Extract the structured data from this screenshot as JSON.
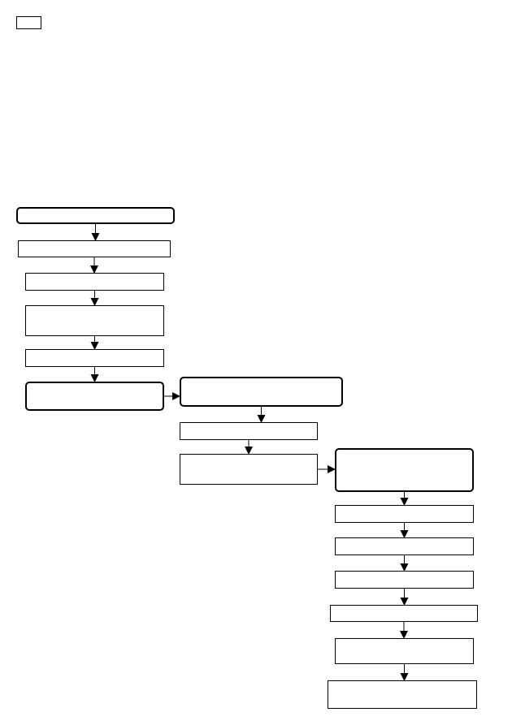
{
  "colors": {
    "stroke": "#000000",
    "fill": "#ffffff"
  },
  "nodes": [
    {
      "id": "n1",
      "label": "",
      "shape": "rounded"
    },
    {
      "id": "n2",
      "label": "",
      "shape": "rect"
    },
    {
      "id": "n3",
      "label": "",
      "shape": "rect"
    },
    {
      "id": "n4",
      "label": "",
      "shape": "rect"
    },
    {
      "id": "n5",
      "label": "",
      "shape": "rect"
    },
    {
      "id": "n6",
      "label": "",
      "shape": "rounded"
    },
    {
      "id": "n7",
      "label": "",
      "shape": "rounded"
    },
    {
      "id": "n8",
      "label": "",
      "shape": "rect"
    },
    {
      "id": "n9",
      "label": "",
      "shape": "rect"
    },
    {
      "id": "n10",
      "label": "",
      "shape": "rounded"
    },
    {
      "id": "n11",
      "label": "",
      "shape": "rect"
    },
    {
      "id": "n12",
      "label": "",
      "shape": "rect"
    },
    {
      "id": "n13",
      "label": "",
      "shape": "rect"
    },
    {
      "id": "n14",
      "label": "",
      "shape": "rect"
    },
    {
      "id": "n15",
      "label": "",
      "shape": "rect"
    },
    {
      "id": "n16",
      "label": "",
      "shape": "rect"
    }
  ],
  "edges": [
    {
      "from": "n1",
      "to": "n2"
    },
    {
      "from": "n2",
      "to": "n3"
    },
    {
      "from": "n3",
      "to": "n4"
    },
    {
      "from": "n4",
      "to": "n5"
    },
    {
      "from": "n5",
      "to": "n6"
    },
    {
      "from": "n6",
      "to": "n7"
    },
    {
      "from": "n7",
      "to": "n8"
    },
    {
      "from": "n8",
      "to": "n9"
    },
    {
      "from": "n9",
      "to": "n10"
    },
    {
      "from": "n10",
      "to": "n11"
    },
    {
      "from": "n11",
      "to": "n12"
    },
    {
      "from": "n12",
      "to": "n13"
    },
    {
      "from": "n13",
      "to": "n14"
    },
    {
      "from": "n14",
      "to": "n15"
    },
    {
      "from": "n15",
      "to": "n16"
    }
  ]
}
